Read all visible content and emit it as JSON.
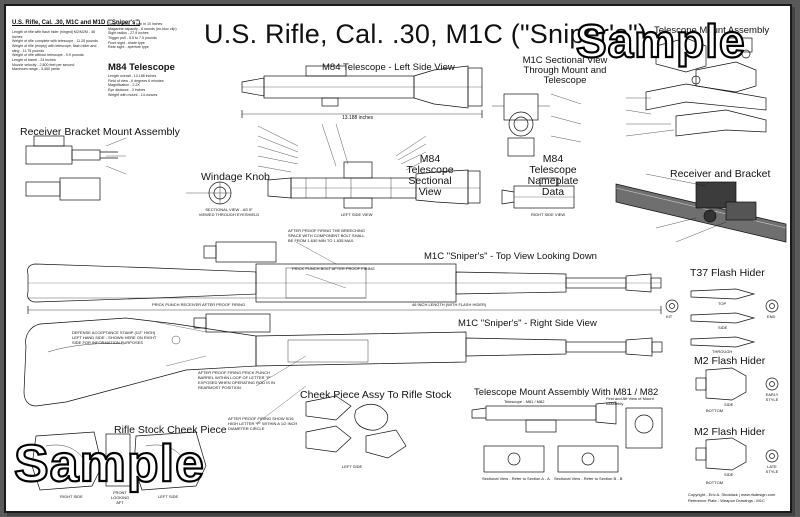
{
  "title": "U.S. Rifle, Cal. .30, M1C (\"Sniper's\")",
  "watermark": "Sample",
  "specs": {
    "heading": "U.S. Rifle, Cal. .30, M1C and M1D (\"Sniper's\")",
    "col1": [
      "Length of rifle with flash hider (hinged) M2/M2M - 46 inches",
      "Weight of rifle complete with telescope - 11.25 pounds",
      "Weight of rifle (empty) with telescope, flash hider and sling - 11.75 pounds",
      "Weight of rifle without telescope - 9.9 pounds",
      "Length of barrel - 24 inches",
      "Muzzle velocity - 2,800 feet per second",
      "Maximum range - 3,450 yards"
    ],
    "col2": [
      "Twist of rifling - 1 turn in 10 inches",
      "Magazine capacity - 8 rounds (en-bloc clip)",
      "Sight radius - 27.9 inches",
      "Trigger pull - 5.5 to 7.5 pounds",
      "Front sight - blade type",
      "Rear sight - aperture type"
    ],
    "m84_heading": "M84 Telescope",
    "m84_lines": [
      "Length overall - 13.188 inches",
      "Field of view - 6 degrees 6 minutes",
      "Magnification - 2.2X",
      "Eye distance - 3 inches",
      "Weight with mount - 14 ounces"
    ]
  },
  "sections": {
    "m84_left": "M84 Telescope - Left Side View",
    "m84_length": "13.188 inches",
    "m1c_sectional": "M1C Sectional View Through Mount and Telescope",
    "mount_assembly": "Telescope Mount Assembly",
    "receiver_bracket_mount": "Receiver Bracket Mount Assembly",
    "windage_knob": "Windage Knob",
    "windage_note": "SECTIONAL VIEW - AS IF VIEWED THROUGH EYESHIELD",
    "m84_sectional": "M84 Telescope Sectional View",
    "m84_nameplate": "M84 Telescope Nameplate Data",
    "right_side_view": "RIGHT SIDE VIEW",
    "left_side_view": "LEFT SIDE VIEW",
    "receiver_and_bracket": "Receiver and Bracket",
    "top_view": "M1C \"Sniper's\" - Top View Looking Down",
    "right_view": "M1C \"Sniper's\" - Right Side View",
    "t37": "T37 Flash Hider",
    "m2_a": "M2 Flash Hider",
    "m2_b": "M2 Flash Hider",
    "cheek_piece_assy": "Cheek Piece Assy To Rifle Stock",
    "mount_m81": "Telescope Mount Assembly With M81 / M82",
    "rifle_stock_cheek": "Rifle Stock Cheek Piece"
  },
  "notes": {
    "proof_firing": "AFTER PROOF FIRING THE BREECHING SPACE WITH COMPONENT BOLT SHALL BE FROM 1.630 MIN TO 1.635 MAX.",
    "punch_bolt": "PRICK PUNCH BOLT AFTER PROOF FIRING",
    "punch_receiver": "PRICK PUNCH RECEIVER AFTER PROOF FIRING",
    "overall_length": "46 INCH LENGTH (WITH FLASH HIDER)",
    "defense_stamp": "DEFENSE ACCEPTANCE STAMP (1/2\" HIGH) LEFT HAND SIDE - SHOWN HERE ON RIGHT SIDE FOR INFORMATION PURPOSES",
    "prick_punch_barrel": "AFTER PROOF FIRING PRICK PUNCH BARREL WITHIN LOOP OF LETTER \"P\" EXPOSED WHEN OPERATING ROD IS IN REARMOST POSITION.",
    "letter_p": "AFTER PROOF FIRING SHOW 5/16 HIGH LETTER \"P\" WITHIN A 1/2 INCH DIAMETER CIRCLE"
  },
  "labels": {
    "kit": "KIT",
    "top": "TOP",
    "side": "SIDE",
    "end": "END",
    "through": "THROUGH",
    "front": "FRONT",
    "bottom": "BOTTOM",
    "early_style": "EARLY STYLE",
    "late_style": "LATE STYLE",
    "left_side": "LEFT SIDE",
    "right_side": "RIGHT SIDE",
    "front_looking_aft": "FRONT LOOKING AFT",
    "scope_m81": "Telescope - M81 / M82",
    "first_left": "First and Aft View of Mount Assembly",
    "sect_a": "Sectional View - Refer to Section A - A",
    "sect_b": "Sectional View - Refer to Section B - B"
  },
  "copyright": {
    "line1": "Copyright - Eric A. Shostack | www.rlsdesign.com",
    "line2": "Reference Plate - Weapon Drawings - M1C"
  }
}
